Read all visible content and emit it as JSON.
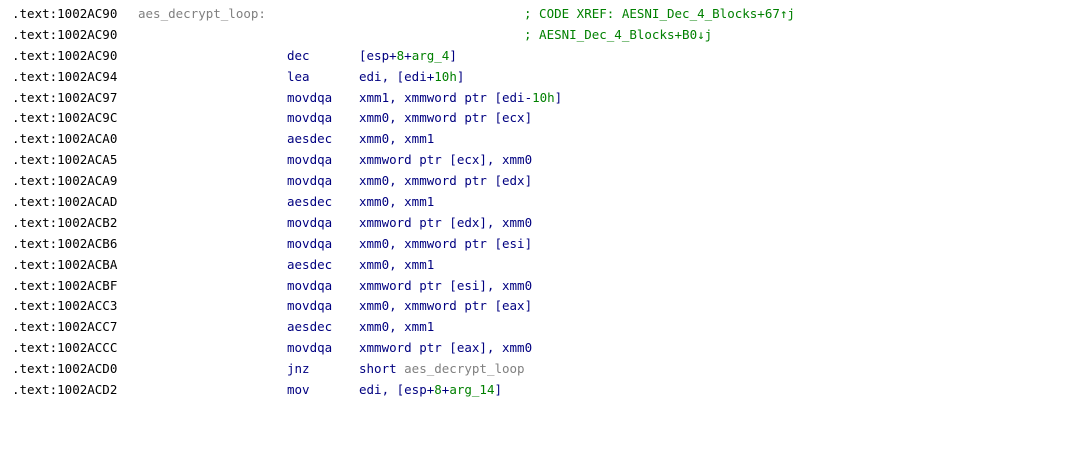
{
  "listing": {
    "lines": [
      {
        "addr": ".text:1002AC90",
        "label": "aes_decrypt_loop:",
        "comment": "; CODE XREF: AESNI_Dec_4_Blocks+67↑j"
      },
      {
        "addr": ".text:1002AC90",
        "comment": "; AESNI_Dec_4_Blocks+B0↓j"
      },
      {
        "addr": ".text:1002AC90",
        "mnem": "dec",
        "ops": [
          {
            "t": "[esp+",
            "c": "op"
          },
          {
            "t": "8",
            "c": "num"
          },
          {
            "t": "+",
            "c": "op"
          },
          {
            "t": "arg_4",
            "c": "var"
          },
          {
            "t": "]",
            "c": "op"
          }
        ]
      },
      {
        "addr": ".text:1002AC94",
        "mnem": "lea",
        "ops": [
          {
            "t": "edi, [edi+",
            "c": "op"
          },
          {
            "t": "10h",
            "c": "num"
          },
          {
            "t": "]",
            "c": "op"
          }
        ]
      },
      {
        "addr": ".text:1002AC97",
        "mnem": "movdqa",
        "ops": [
          {
            "t": "xmm1, xmmword ptr [edi-",
            "c": "op"
          },
          {
            "t": "10h",
            "c": "num"
          },
          {
            "t": "]",
            "c": "op"
          }
        ]
      },
      {
        "addr": ".text:1002AC9C",
        "mnem": "movdqa",
        "ops": [
          {
            "t": "xmm0, xmmword ptr [ecx]",
            "c": "op"
          }
        ]
      },
      {
        "addr": ".text:1002ACA0",
        "mnem": "aesdec",
        "ops": [
          {
            "t": "xmm0, xmm1",
            "c": "op"
          }
        ]
      },
      {
        "addr": ".text:1002ACA5",
        "mnem": "movdqa",
        "ops": [
          {
            "t": "xmmword ptr [ecx], xmm0",
            "c": "op"
          }
        ]
      },
      {
        "addr": ".text:1002ACA9",
        "mnem": "movdqa",
        "ops": [
          {
            "t": "xmm0, xmmword ptr [edx]",
            "c": "op"
          }
        ]
      },
      {
        "addr": ".text:1002ACAD",
        "mnem": "aesdec",
        "ops": [
          {
            "t": "xmm0, xmm1",
            "c": "op"
          }
        ]
      },
      {
        "addr": ".text:1002ACB2",
        "mnem": "movdqa",
        "ops": [
          {
            "t": "xmmword ptr [edx], xmm0",
            "c": "op"
          }
        ]
      },
      {
        "addr": ".text:1002ACB6",
        "mnem": "movdqa",
        "ops": [
          {
            "t": "xmm0, xmmword ptr [esi]",
            "c": "op"
          }
        ]
      },
      {
        "addr": ".text:1002ACBA",
        "mnem": "aesdec",
        "ops": [
          {
            "t": "xmm0, xmm1",
            "c": "op"
          }
        ]
      },
      {
        "addr": ".text:1002ACBF",
        "mnem": "movdqa",
        "ops": [
          {
            "t": "xmmword ptr [esi], xmm0",
            "c": "op"
          }
        ]
      },
      {
        "addr": ".text:1002ACC3",
        "mnem": "movdqa",
        "ops": [
          {
            "t": "xmm0, xmmword ptr [eax]",
            "c": "op"
          }
        ]
      },
      {
        "addr": ".text:1002ACC7",
        "mnem": "aesdec",
        "ops": [
          {
            "t": "xmm0, xmm1",
            "c": "op"
          }
        ]
      },
      {
        "addr": ".text:1002ACCC",
        "mnem": "movdqa",
        "ops": [
          {
            "t": "xmmword ptr [eax], xmm0",
            "c": "op"
          }
        ]
      },
      {
        "addr": ".text:1002ACD0",
        "mnem": "jnz",
        "ops": [
          {
            "t": "short ",
            "c": "op"
          },
          {
            "t": "aes_decrypt_loop",
            "c": "ref"
          }
        ]
      },
      {
        "addr": ".text:1002ACD2",
        "mnem": "mov",
        "ops": [
          {
            "t": "edi, [esp+",
            "c": "op"
          },
          {
            "t": "8",
            "c": "num"
          },
          {
            "t": "+",
            "c": "op"
          },
          {
            "t": "arg_14",
            "c": "var"
          },
          {
            "t": "]",
            "c": "op"
          }
        ]
      }
    ]
  },
  "colors": {
    "address": "#000000",
    "label": "#808080",
    "instruction": "#000080",
    "comment": "#008000",
    "number": "#008000",
    "variable": "#008000",
    "reference": "#808080"
  }
}
